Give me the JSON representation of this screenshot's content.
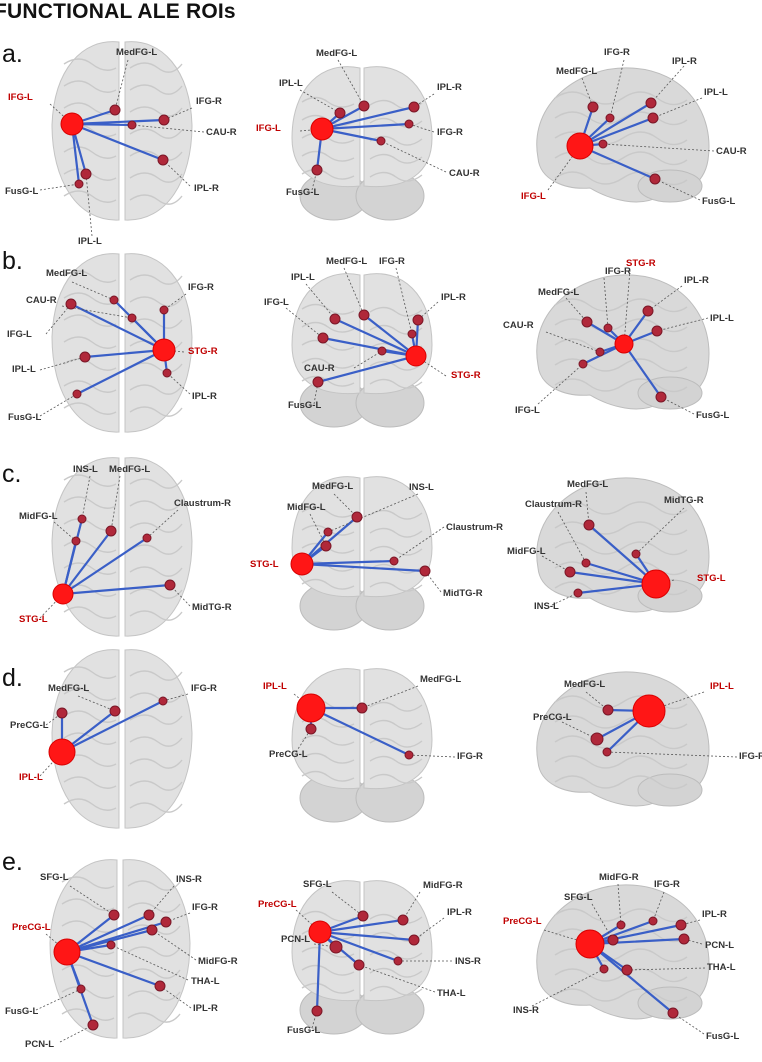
{
  "title": "FUNCTIONAL ALE ROIs",
  "sections": [
    {
      "label": "a.",
      "views": [
        {
          "nodes": [
            "IFG-L",
            "MedFG-L",
            "IFG-R",
            "CAU-R",
            "IPL-R",
            "FusG-L",
            "IPL-L"
          ],
          "seed": "IFG-L"
        },
        {
          "nodes": [
            "MedFG-L",
            "IPL-L",
            "IFG-L",
            "IPL-R",
            "IFG-R",
            "CAU-R",
            "FusG-L"
          ],
          "seed": "IFG-L"
        },
        {
          "nodes": [
            "IFG-R",
            "IPL-R",
            "MedFG-L",
            "IPL-L",
            "CAU-R",
            "IFG-L",
            "FusG-L"
          ],
          "seed": "IFG-L"
        }
      ]
    },
    {
      "label": "b.",
      "views": [
        {
          "nodes": [
            "MedFG-L",
            "CAU-R",
            "IFG-R",
            "IFG-L",
            "STG-R",
            "IPL-L",
            "IPL-R",
            "FusG-L"
          ],
          "seed": "STG-R"
        },
        {
          "nodes": [
            "MedFG-L",
            "IPL-L",
            "IFG-R",
            "IPL-R",
            "IFG-L",
            "CAU-R",
            "STG-R",
            "FusG-L"
          ],
          "seed": "STG-R"
        },
        {
          "nodes": [
            "IFG-R",
            "STG-R",
            "MedFG-L",
            "IPL-R",
            "IPL-L",
            "CAU-R",
            "IFG-L",
            "FusG-L"
          ],
          "seed": "STG-R"
        }
      ]
    },
    {
      "label": "c.",
      "views": [
        {
          "nodes": [
            "INS-L",
            "MedFG-L",
            "MidFG-L",
            "Claustrum-R",
            "MidTG-R",
            "STG-L"
          ],
          "seed": "STG-L"
        },
        {
          "nodes": [
            "MedFG-L",
            "INS-L",
            "MidFG-L",
            "Claustrum-R",
            "STG-L",
            "MidTG-R"
          ],
          "seed": "STG-L"
        },
        {
          "nodes": [
            "MedFG-L",
            "Claustrum-R",
            "MidTG-R",
            "MidFG-L",
            "STG-L",
            "INS-L"
          ],
          "seed": "STG-L"
        }
      ]
    },
    {
      "label": "d.",
      "views": [
        {
          "nodes": [
            "MedFG-L",
            "IFG-R",
            "PreCG-L",
            "IPL-L"
          ],
          "seed": "IPL-L"
        },
        {
          "nodes": [
            "IPL-L",
            "MedFG-L",
            "PreCG-L",
            "IFG-R"
          ],
          "seed": "IPL-L"
        },
        {
          "nodes": [
            "MedFG-L",
            "IPL-L",
            "PreCG-L",
            "IFG-R"
          ],
          "seed": "IPL-L"
        }
      ]
    },
    {
      "label": "e.",
      "views": [
        {
          "nodes": [
            "SFG-L",
            "INS-R",
            "PreCG-L",
            "IFG-R",
            "MidFG-R",
            "THA-L",
            "FusG-L",
            "IPL-R",
            "PCN-L"
          ],
          "seed": "PreCG-L"
        },
        {
          "nodes": [
            "SFG-L",
            "MidFG-R",
            "PreCG-L",
            "IPL-R",
            "PCN-L",
            "INS-R",
            "THA-L",
            "FusG-L"
          ],
          "seed": "PreCG-L"
        },
        {
          "nodes": [
            "MidFG-R",
            "SFG-L",
            "IFG-R",
            "PreCG-L",
            "IPL-R",
            "PCN-L",
            "THA-L",
            "INS-R",
            "FusG-L"
          ],
          "seed": "PreCG-L"
        }
      ]
    }
  ],
  "colors": {
    "edge": "#3a5fc7",
    "node": "#b0283a",
    "seed_node": "#ff1616",
    "seed_label": "#c00000",
    "brain": "#d9d9d9"
  }
}
